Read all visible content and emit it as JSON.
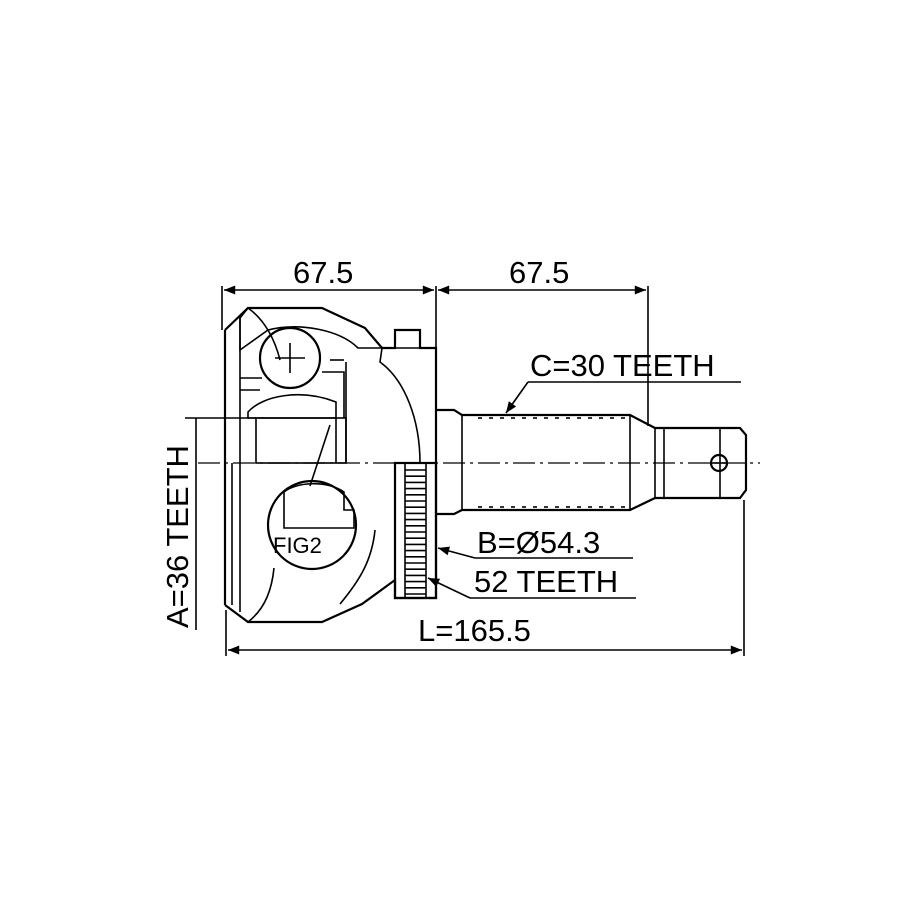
{
  "dimensions": {
    "top_left": "67.5",
    "top_right": "67.5",
    "spline_c": "C=30 TEETH",
    "spline_a": "A=36 TEETH",
    "abs_ring_b": "B=Ø54.3",
    "abs_ring_teeth": "52 TEETH",
    "overall_length": "L=165.5"
  },
  "callout": {
    "fig": "FIG2"
  },
  "colors": {
    "line": "#000000",
    "background": "#ffffff"
  }
}
